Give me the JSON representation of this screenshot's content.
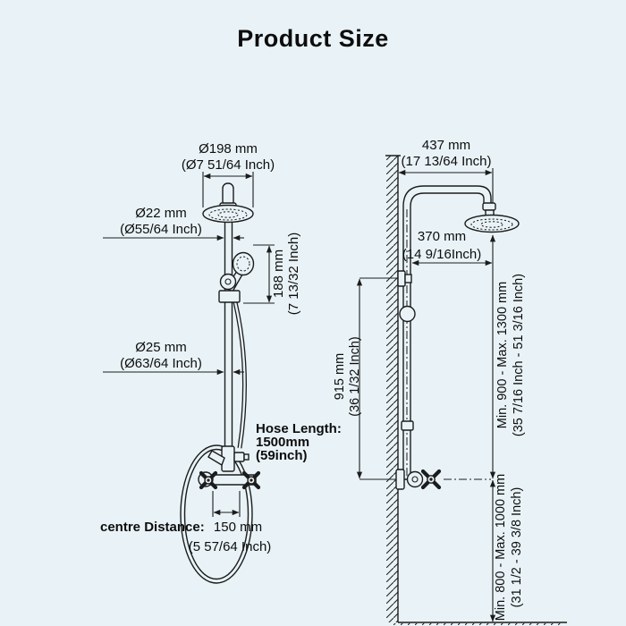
{
  "title": "Product Size",
  "colors": {
    "background": "#e9f3f7",
    "line": "#1c1c1c",
    "text": "#0d0d0d"
  },
  "left_diagram": {
    "head_diameter": {
      "mm": "Ø198 mm",
      "inch": "(Ø7 51/64 Inch)"
    },
    "pipe_top_diameter": {
      "mm": "Ø22 mm",
      "inch": "(Ø55/64 Inch)"
    },
    "hand_shower_height": {
      "mm": "188 mm",
      "inch": "(7 13/32 Inch)"
    },
    "pipe_bottom_diameter": {
      "mm": "Ø25 mm",
      "inch": "(Ø63/64 Inch)"
    },
    "hose_length": {
      "line1": "Hose Length:",
      "line2": "1500mm",
      "line3": "(59inch)"
    },
    "centre_distance": {
      "label": "centre Distance:",
      "value": "150 mm",
      "inch": "(5 57/64 Inch)"
    }
  },
  "right_diagram": {
    "arm_reach": {
      "mm": "437 mm",
      "inch": "(17 13/64 Inch)"
    },
    "head_offset": {
      "mm": "370 mm",
      "inch": "(14 9/16Inch)"
    },
    "bar_length": {
      "mm": "915 mm",
      "inch": "(36 1/32 Inch)"
    },
    "head_height": {
      "mm": "Min. 900 - Max. 1300 mm",
      "inch": "(35 7/16 Inch - 51 3/16 Inch)"
    },
    "valve_height": {
      "mm": "Min. 800 - Max. 1000 mm",
      "inch": "(31 1/2 - 39 3/8 Inch)"
    }
  }
}
